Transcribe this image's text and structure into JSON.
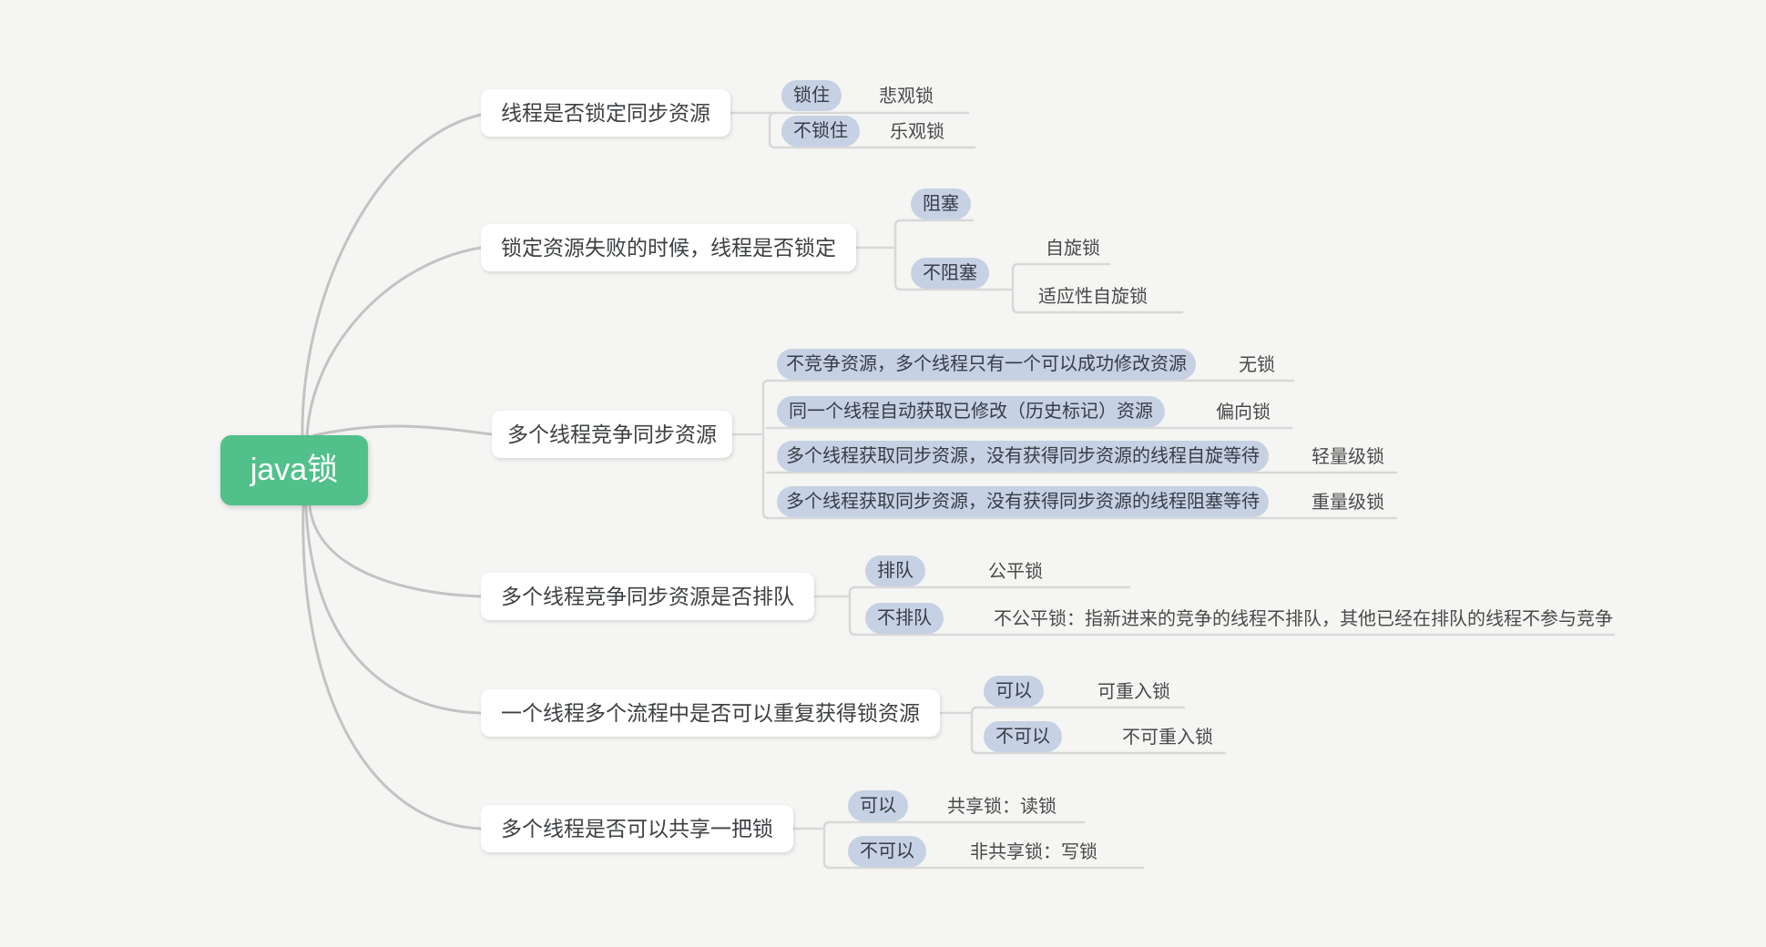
{
  "title": "java锁 思维导图",
  "colors": {
    "background": "#f5f5f3",
    "root_fill": "#52c08a",
    "root_text": "#ffffff",
    "branch_box_fill": "#ffffff",
    "pill_fill": "#c6d1e3",
    "node_text": "#3d4043",
    "leaf_text": "#4a4a4a",
    "curve_line": "#c3c3c3",
    "elbow_line": "#d8d8d8"
  },
  "root": {
    "label": "java锁"
  },
  "branches": [
    {
      "label": "线程是否锁定同步资源",
      "children": [
        {
          "pill": "锁住",
          "leaf": "悲观锁"
        },
        {
          "pill": "不锁住",
          "leaf": "乐观锁"
        }
      ]
    },
    {
      "label": "锁定资源失败的时候，线程是否锁定",
      "children": [
        {
          "pill": "阻塞"
        },
        {
          "pill": "不阻塞",
          "children": [
            "自旋锁",
            "适应性自旋锁"
          ]
        }
      ]
    },
    {
      "label": "多个线程竞争同步资源",
      "children": [
        {
          "pill": "不竞争资源，多个线程只有一个可以成功修改资源",
          "leaf": "无锁"
        },
        {
          "pill": "同一个线程自动获取已修改（历史标记）资源",
          "leaf": "偏向锁"
        },
        {
          "pill": "多个线程获取同步资源，没有获得同步资源的线程自旋等待",
          "leaf": "轻量级锁"
        },
        {
          "pill": "多个线程获取同步资源，没有获得同步资源的线程阻塞等待",
          "leaf": "重量级锁"
        }
      ]
    },
    {
      "label": "多个线程竞争同步资源是否排队",
      "children": [
        {
          "pill": "排队",
          "leaf": "公平锁"
        },
        {
          "pill": "不排队",
          "leaf": "不公平锁：指新进来的竞争的线程不排队，其他已经在排队的线程不参与竞争"
        }
      ]
    },
    {
      "label": "一个线程多个流程中是否可以重复获得锁资源",
      "children": [
        {
          "pill": "可以",
          "leaf": "可重入锁"
        },
        {
          "pill": "不可以",
          "leaf": "不可重入锁"
        }
      ]
    },
    {
      "label": "多个线程是否可以共享一把锁",
      "children": [
        {
          "pill": "可以",
          "leaf": "共享锁：读锁"
        },
        {
          "pill": "不可以",
          "leaf": "非共享锁：写锁"
        }
      ]
    }
  ]
}
